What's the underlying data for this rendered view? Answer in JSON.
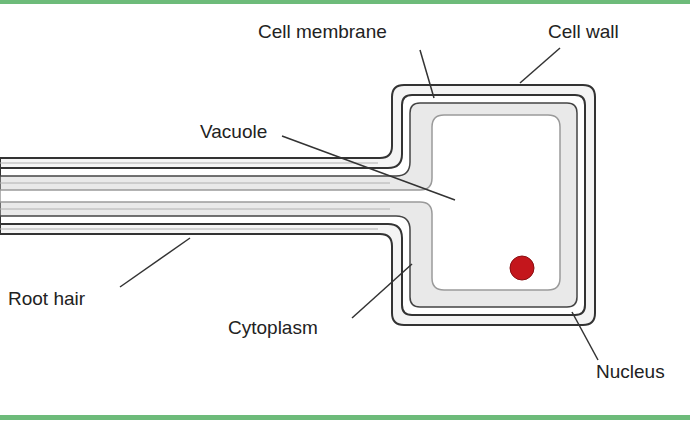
{
  "diagram": {
    "labels": [
      "Cell membrane",
      "Cell wall",
      "Vacuole",
      "Root hair",
      "Cytoplasm",
      "Nucleus"
    ]
  }
}
